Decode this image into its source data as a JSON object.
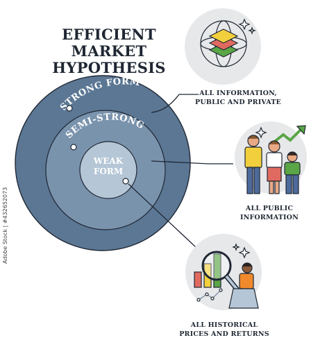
{
  "title": {
    "line1": "EFFICIENT MARKET",
    "line2": "HYPOTHESIS"
  },
  "rings": {
    "strong": "STRONG FORM",
    "semi": "SEMI-STRONG",
    "weak_line1": "WEAK",
    "weak_line2": "FORM"
  },
  "captions": {
    "strong_line1": "ALL INFORMATION,",
    "strong_line2": "PUBLIC AND PRIVATE",
    "semi_line1": "ALL PUBLIC",
    "semi_line2": "INFORMATION",
    "weak_line1": "ALL HISTORICAL",
    "weak_line2": "PRICES AND RETURNS"
  },
  "side_id": "Adobe Stock | #432652073",
  "icons": {
    "strong": "layered-globe-icon",
    "semi": "people-rising-arrow-icon",
    "weak": "magnifier-chart-icon"
  },
  "colors": {
    "outer_ring": "#5b7794",
    "middle_ring": "#7a93ad",
    "inner_circle": "#b5c6d6",
    "badge_bg": "#e7e8ea",
    "text_dark": "#1f2733",
    "accent_green": "#5aa546",
    "accent_yellow": "#f2cf3d",
    "accent_red": "#e06a5f",
    "accent_orange": "#f08a2c"
  }
}
